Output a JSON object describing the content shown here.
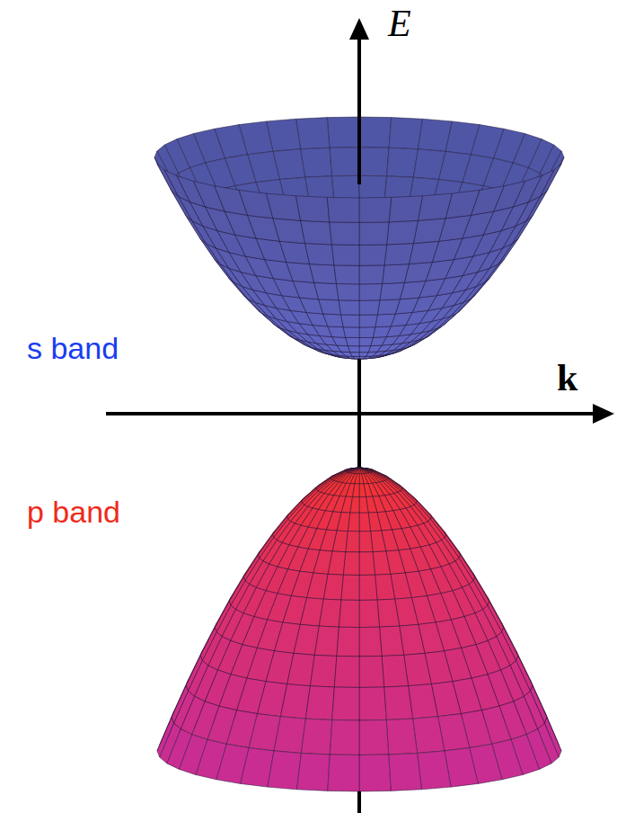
{
  "diagram": {
    "labels": [
      "E",
      "k",
      "s band",
      "p band"
    ]
  }
}
